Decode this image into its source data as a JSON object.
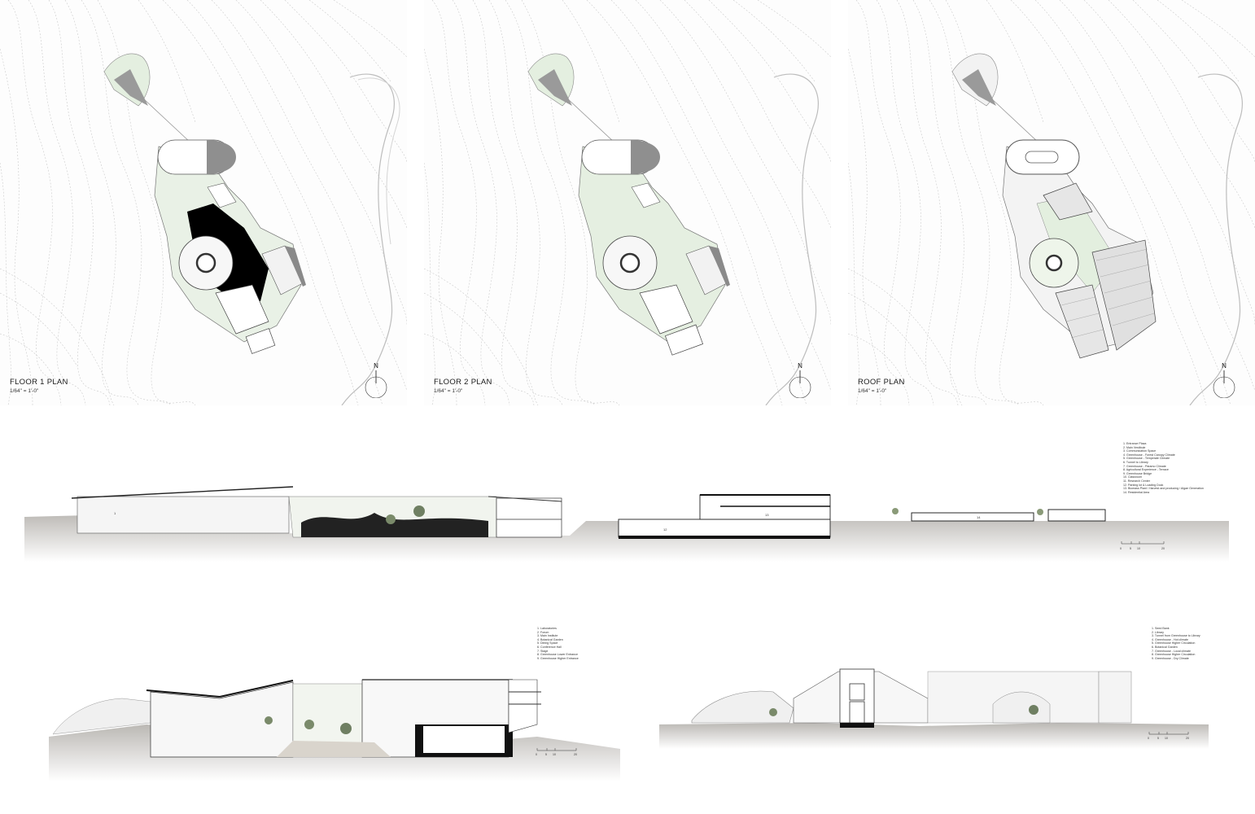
{
  "plans": [
    {
      "title": "FLOOR 1 PLAN",
      "scale": "1/64\" = 1'-0\"",
      "north": "N"
    },
    {
      "title": "FLOOR 2 PLAN",
      "scale": "1/64\" = 1'-0\"",
      "north": "N"
    },
    {
      "title": "ROOF PLAN",
      "scale": "1/64\" = 1'-0\"",
      "north": "N"
    }
  ],
  "legends": {
    "long_section": [
      "1. Entrance Plaza",
      "2. Main Vestibule",
      "3. Communication Space",
      "4. Greenhouse - Forest Canopy Climate",
      "5. Greenhouse - Temperate Climate",
      "6. Tunnel to Library",
      "7. Greenhouse - Páramo Climate",
      "8. Agricultural Experience - Terrace",
      "9. Greenhouse Bridge",
      "10. Classroom",
      "11. Research Center",
      "12. Parking lot & Loading Dock",
      "13. Biomass Plant / Harvest and producing / Algae Generation",
      "14. Residential Area"
    ],
    "section_a": [
      "1. Laboratories",
      "2. Forum",
      "3. Main Institute",
      "4. Botanical Garden",
      "5. Dining Space",
      "6. Conference Hall",
      "7. Stage",
      "8. Greenhouse Lower Entrance",
      "9. Greenhouse Higher Entrance"
    ],
    "section_b": [
      "1. Seed Bank",
      "2. Library",
      "3. Tunnel from Greenhouse to Library",
      "4. Greenhouse - Hot climate",
      "5. Greenhouse Higher Circulation",
      "6. Botanical Garden",
      "7. Greenhouse - Local climate",
      "8. Greenhouse Higher Circulation",
      "9. Greenhouse - Dry Climate"
    ]
  },
  "scale_bars": {
    "long_section": [
      "0",
      "5",
      "10",
      "20"
    ],
    "section_a": [
      "0",
      "5",
      "10",
      "20"
    ],
    "section_b": [
      "0",
      "5",
      "10",
      "20"
    ]
  },
  "room_numbers": {
    "long_section": [
      "1",
      "12",
      "13",
      "14"
    ]
  },
  "colors": {
    "solid_black": "#000000",
    "green_fill": "#e3efdf",
    "building_grey": "#8d8d8d",
    "ground_grey": "#bdbab6",
    "contour_grey": "#c9c9c9"
  }
}
